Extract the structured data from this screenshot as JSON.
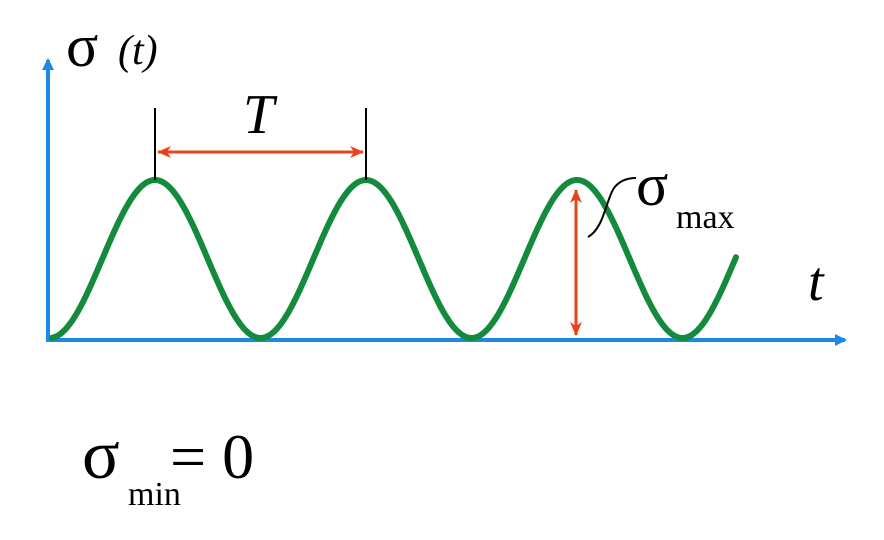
{
  "diagram": {
    "y_axis_label_symbol": "σ",
    "y_axis_label_arg": "(t)",
    "x_axis_label": "t",
    "period_label": "T",
    "max_label_symbol": "σ",
    "max_label_sub": "max",
    "min_formula_symbol": "σ",
    "min_formula_sub": "min",
    "min_formula_rest": "= 0",
    "colors": {
      "axes": "#1e88e5",
      "curve": "#138a3c",
      "arrows": "#e8431a",
      "ticks": "#000000",
      "text": "#000000"
    }
  }
}
